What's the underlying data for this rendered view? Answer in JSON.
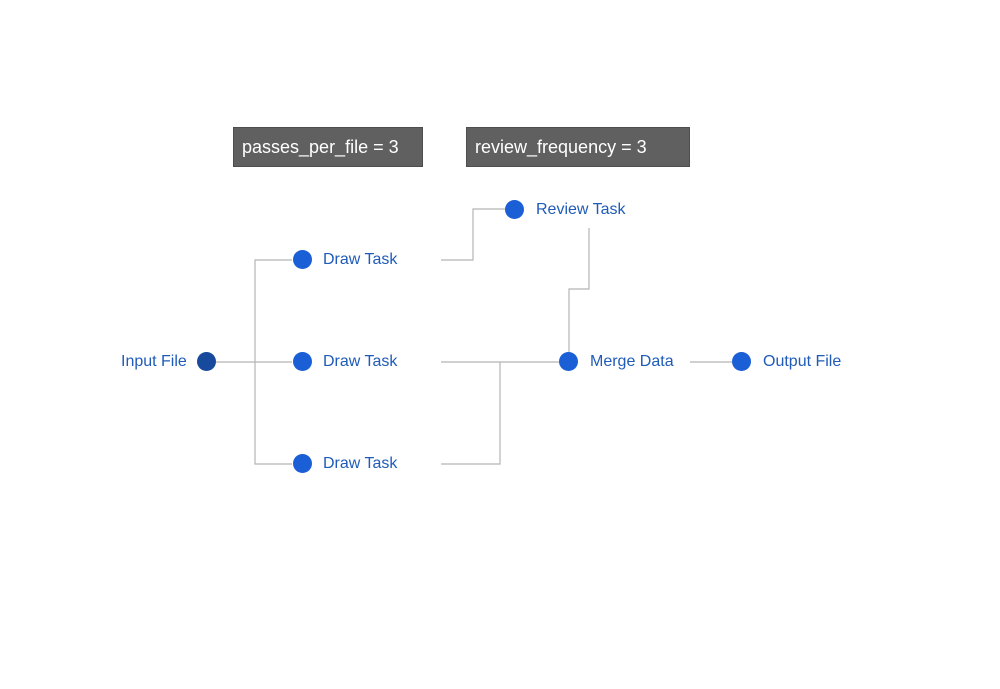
{
  "params": {
    "passes_per_file": "passes_per_file = 3",
    "review_frequency": "review_frequency = 3"
  },
  "nodes": {
    "input_file": "Input File",
    "draw_task_top": "Draw Task",
    "draw_task_middle": "Draw Task",
    "draw_task_bottom": "Draw Task",
    "review_task": "Review Task",
    "merge_data": "Merge Data",
    "output_file": "Output File"
  },
  "colors": {
    "node": "#1a5fd6",
    "input_node": "#174a9c",
    "label": "#1f5bb8",
    "edge": "#b5b5b5",
    "param_box": "#606060"
  }
}
